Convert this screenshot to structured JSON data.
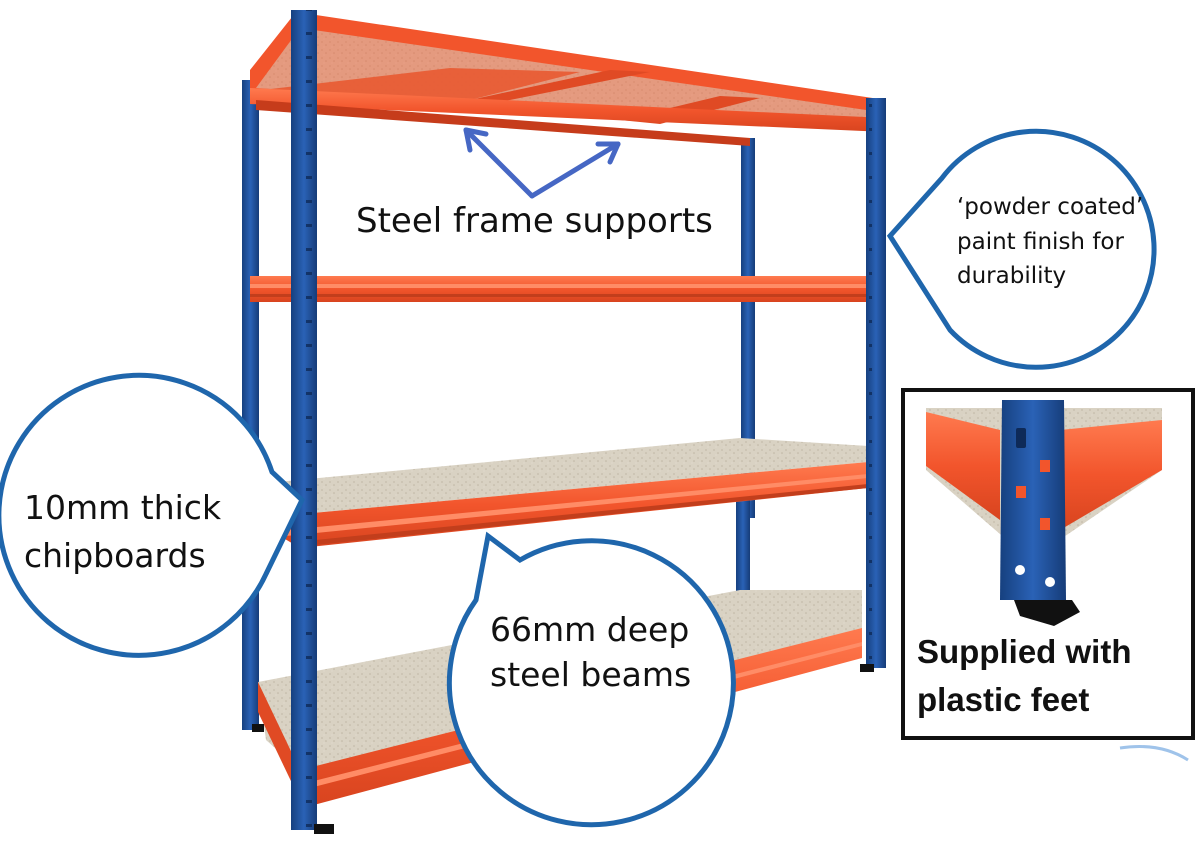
{
  "callouts": {
    "steel_frame": "Steel frame supports",
    "powder_coat": "‘powder coated’ paint finish for durability",
    "chipboard": "10mm thick chipboards",
    "beams": "66mm deep steel beams",
    "feet": "Supplied with plastic feet"
  },
  "colors": {
    "frame_blue": "#1f4f9e",
    "beam_orange": "#f2552c",
    "board_beige": "#d9d2c3",
    "callout_blue": "#1f66ac",
    "arrow_blue": "#4667c4"
  }
}
